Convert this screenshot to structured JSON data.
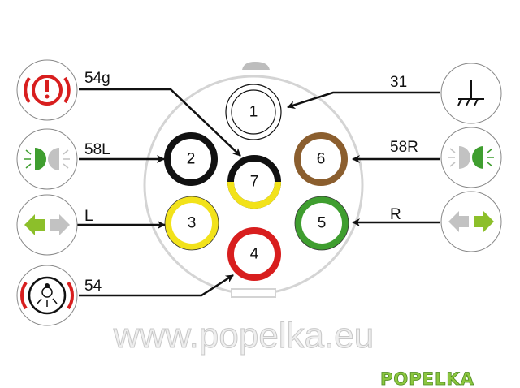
{
  "diagram": {
    "pins": [
      {
        "number": "1",
        "color": "#ffffff"
      },
      {
        "number": "2",
        "color": "#111111"
      },
      {
        "number": "3",
        "color": "#f2e21a"
      },
      {
        "number": "4",
        "color": "#d81e1e"
      },
      {
        "number": "5",
        "color": "#3f9e2f"
      },
      {
        "number": "6",
        "color": "#8b5e2e"
      },
      {
        "number": "7",
        "color": "#111111"
      }
    ],
    "left_labels": {
      "l54g": "54g",
      "l58L": "58L",
      "lL": "L",
      "l54": "54"
    },
    "right_labels": {
      "l31": "31",
      "l58R": "58R",
      "lR": "R"
    },
    "icons": {
      "left": [
        "brake-warning-icon",
        "left-side-light-icon",
        "left-turn-signal-icon",
        "brake-light-icon"
      ],
      "right": [
        "ground-icon",
        "right-side-light-icon",
        "right-turn-signal-icon"
      ]
    },
    "watermark": "www.popelka.eu",
    "logo": "POPELKA"
  }
}
